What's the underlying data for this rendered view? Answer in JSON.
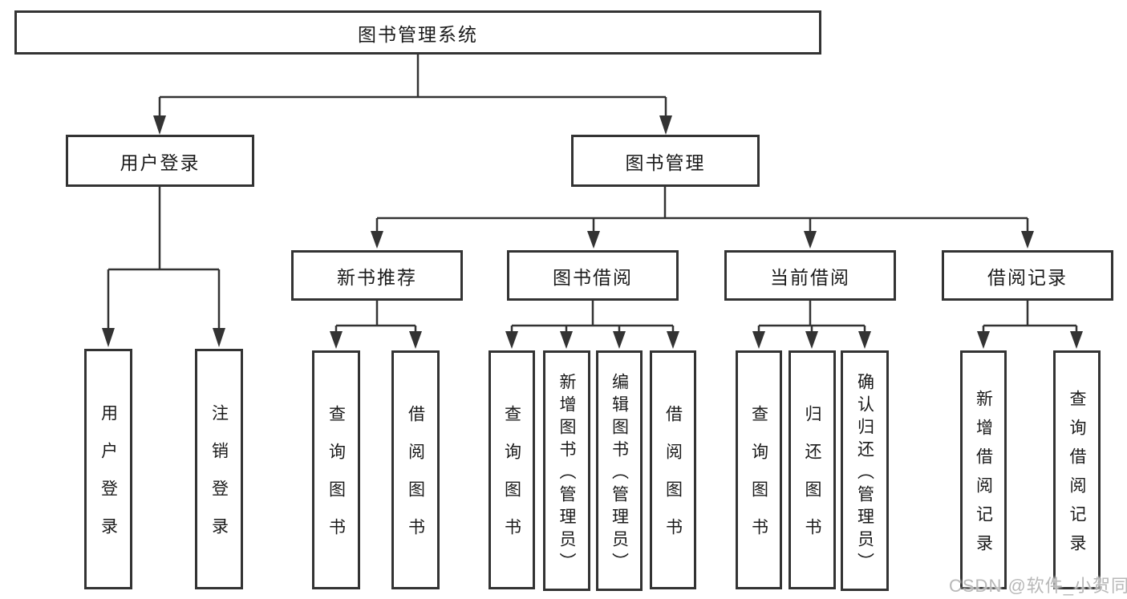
{
  "diagram": {
    "root": {
      "label": "图书管理系统"
    },
    "branches": [
      {
        "label": "用户登录",
        "children": [
          {
            "label": "用户登录"
          },
          {
            "label": "注销登录"
          }
        ]
      },
      {
        "label": "图书管理",
        "groups": [
          {
            "label": "新书推荐",
            "children": [
              {
                "label": "查询图书"
              },
              {
                "label": "借阅图书"
              }
            ]
          },
          {
            "label": "图书借阅",
            "children": [
              {
                "label": "查询图书"
              },
              {
                "label": "新增图书（管理员）"
              },
              {
                "label": "编辑图书（管理员）"
              },
              {
                "label": "借阅图书"
              }
            ]
          },
          {
            "label": "当前借阅",
            "children": [
              {
                "label": "查询图书"
              },
              {
                "label": "归还图书"
              },
              {
                "label": "确认归还（管理员）"
              }
            ]
          },
          {
            "label": "借阅记录",
            "children": [
              {
                "label": "新增借阅记录"
              },
              {
                "label": "查询借阅记录"
              }
            ]
          }
        ]
      }
    ]
  },
  "watermark": {
    "text": "CSDN @软件_小贺同学"
  },
  "colors": {
    "line": "#333333",
    "text": "#1a1a1a",
    "watermark": "#b8b8b8",
    "background": "#ffffff"
  }
}
